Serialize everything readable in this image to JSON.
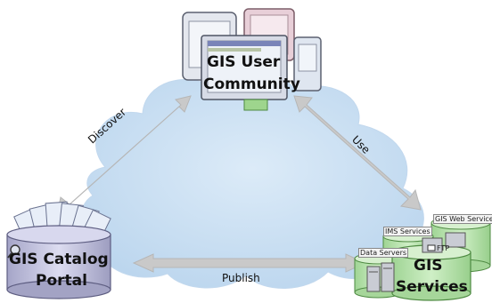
{
  "title": "",
  "nodes": {
    "community": {
      "line1": "GIS User",
      "line2": "Community"
    },
    "catalog": {
      "line1": "GIS Catalog",
      "line2": "Portal"
    },
    "services": {
      "line1": "GIS",
      "line2": "Services",
      "sub_labels": {
        "web_services": "GIS Web Services",
        "ims_services": "IMS Services",
        "data_servers": "Data Servers",
        "ftp": "FTP"
      }
    }
  },
  "edges": {
    "discover": "Discover",
    "use": "Use",
    "publish": "Publish"
  },
  "colors": {
    "cloud_fill": "#cfe2f4",
    "arrow_fill": "#c8c8c8",
    "cylinder_fill": "#bfe6b5",
    "text": "#111111"
  }
}
